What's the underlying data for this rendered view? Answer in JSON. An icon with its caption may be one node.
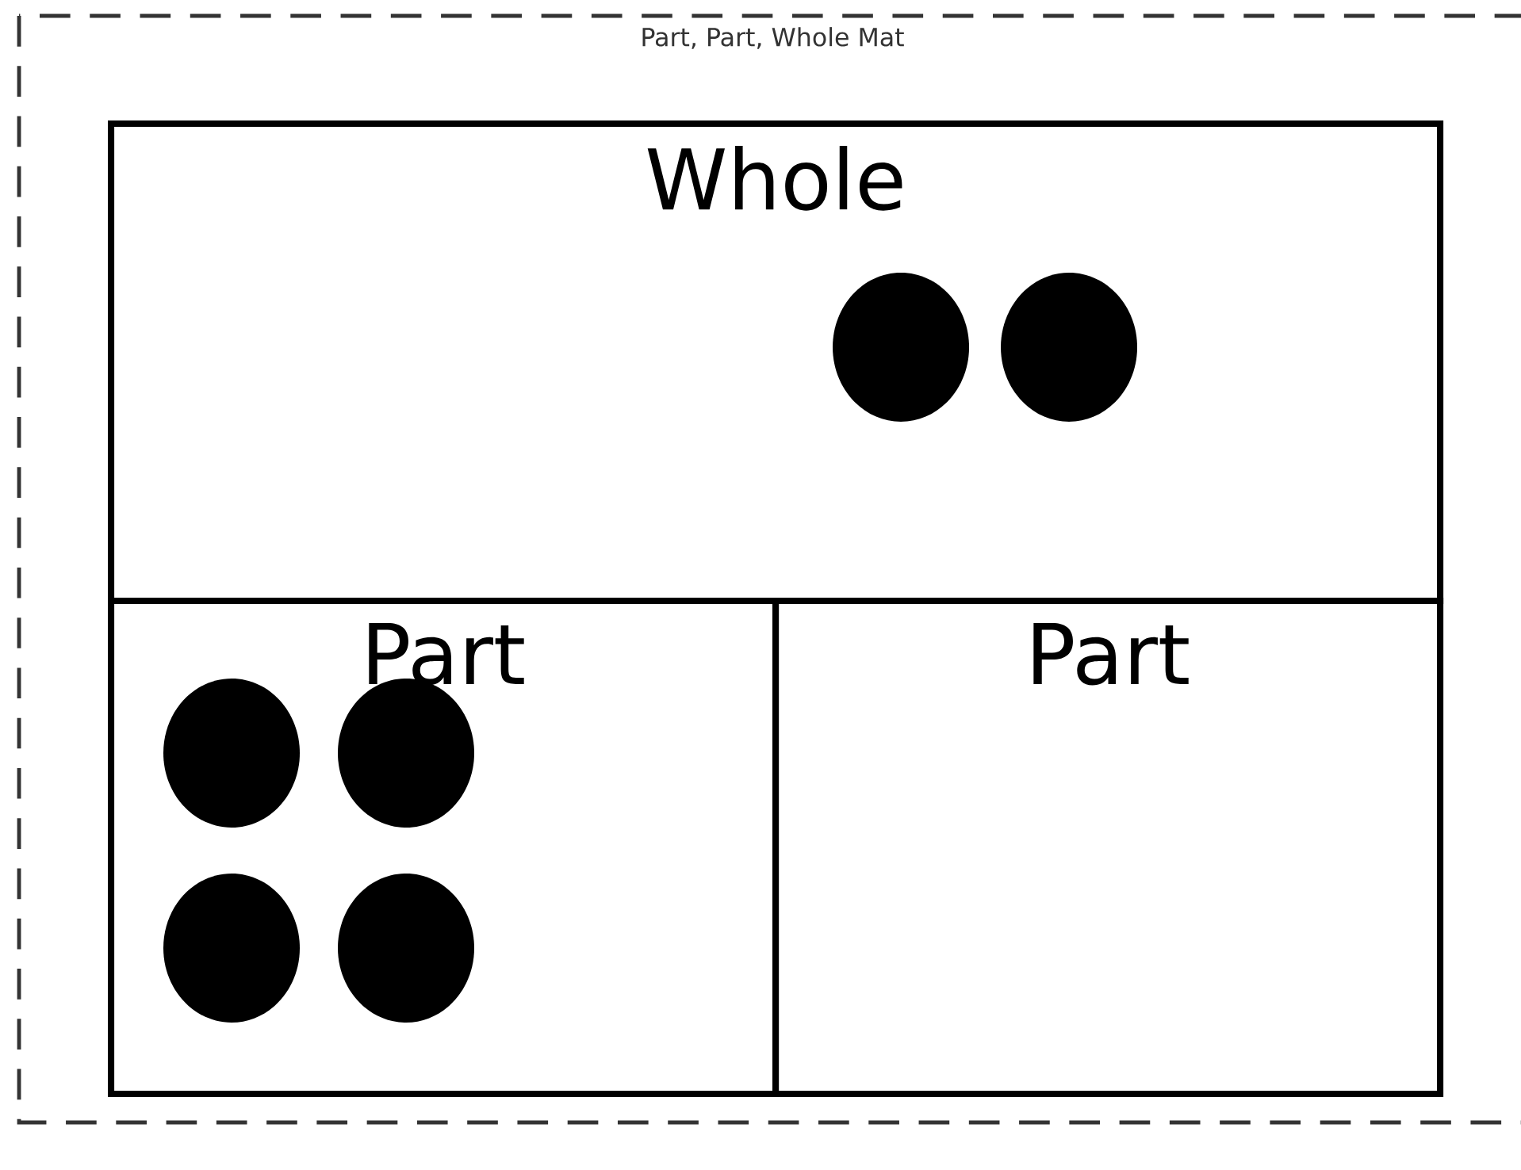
{
  "diagram": {
    "title": "Part, Part, Whole Mat",
    "nodes": [
      {
        "text": [
          "Whole"
        ]
      },
      {
        "text": [],
        "shape": "circle",
        "in": 0
      },
      {
        "text": [],
        "shape": "circle",
        "in": 0
      },
      {
        "text": [
          "Part"
        ]
      },
      {
        "text": [],
        "shape": "circle",
        "in": 3
      },
      {
        "text": [],
        "shape": "circle",
        "in": 3
      },
      {
        "text": [],
        "shape": "circle",
        "in": 3
      },
      {
        "text": [],
        "shape": "circle",
        "in": 3
      },
      {
        "text": [
          "Part"
        ]
      }
    ]
  }
}
